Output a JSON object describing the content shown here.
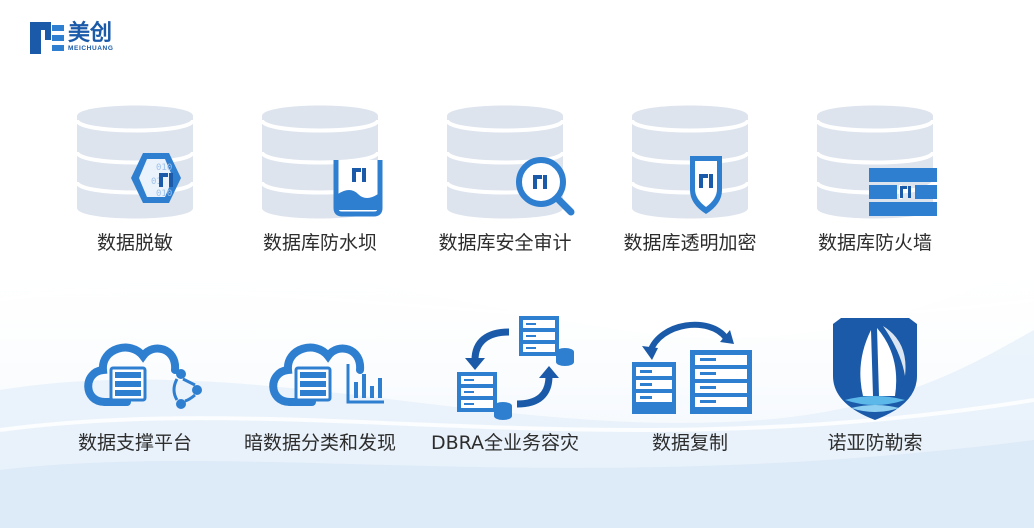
{
  "brand": {
    "name_cn": "美创",
    "name_en": "MEICHUANG"
  },
  "colors": {
    "primary_blue": "#2f7fd1",
    "dark_blue": "#1a5aa8",
    "cylinder_gray": "#dde4ee",
    "label_text": "#2d2d2d",
    "wave_light": "#e3eef9"
  },
  "products": [
    {
      "label": "数据脱敏",
      "icon": "database-masking-hexagon-icon"
    },
    {
      "label": "数据库防水坝",
      "icon": "database-dam-icon"
    },
    {
      "label": "数据库安全审计",
      "icon": "database-audit-magnifier-icon"
    },
    {
      "label": "数据库透明加密",
      "icon": "database-encryption-shield-icon"
    },
    {
      "label": "数据库防火墙",
      "icon": "database-firewall-bricks-icon"
    },
    {
      "label": "数据支撑平台",
      "icon": "cloud-server-platform-icon"
    },
    {
      "label": "暗数据分类和发现",
      "icon": "cloud-server-chart-icon"
    },
    {
      "label": "DBRA全业务容灾",
      "icon": "server-sync-disaster-recovery-icon"
    },
    {
      "label": "数据复制",
      "icon": "server-replication-icon"
    },
    {
      "label": "诺亚防勒索",
      "icon": "sailboat-shield-icon"
    }
  ]
}
